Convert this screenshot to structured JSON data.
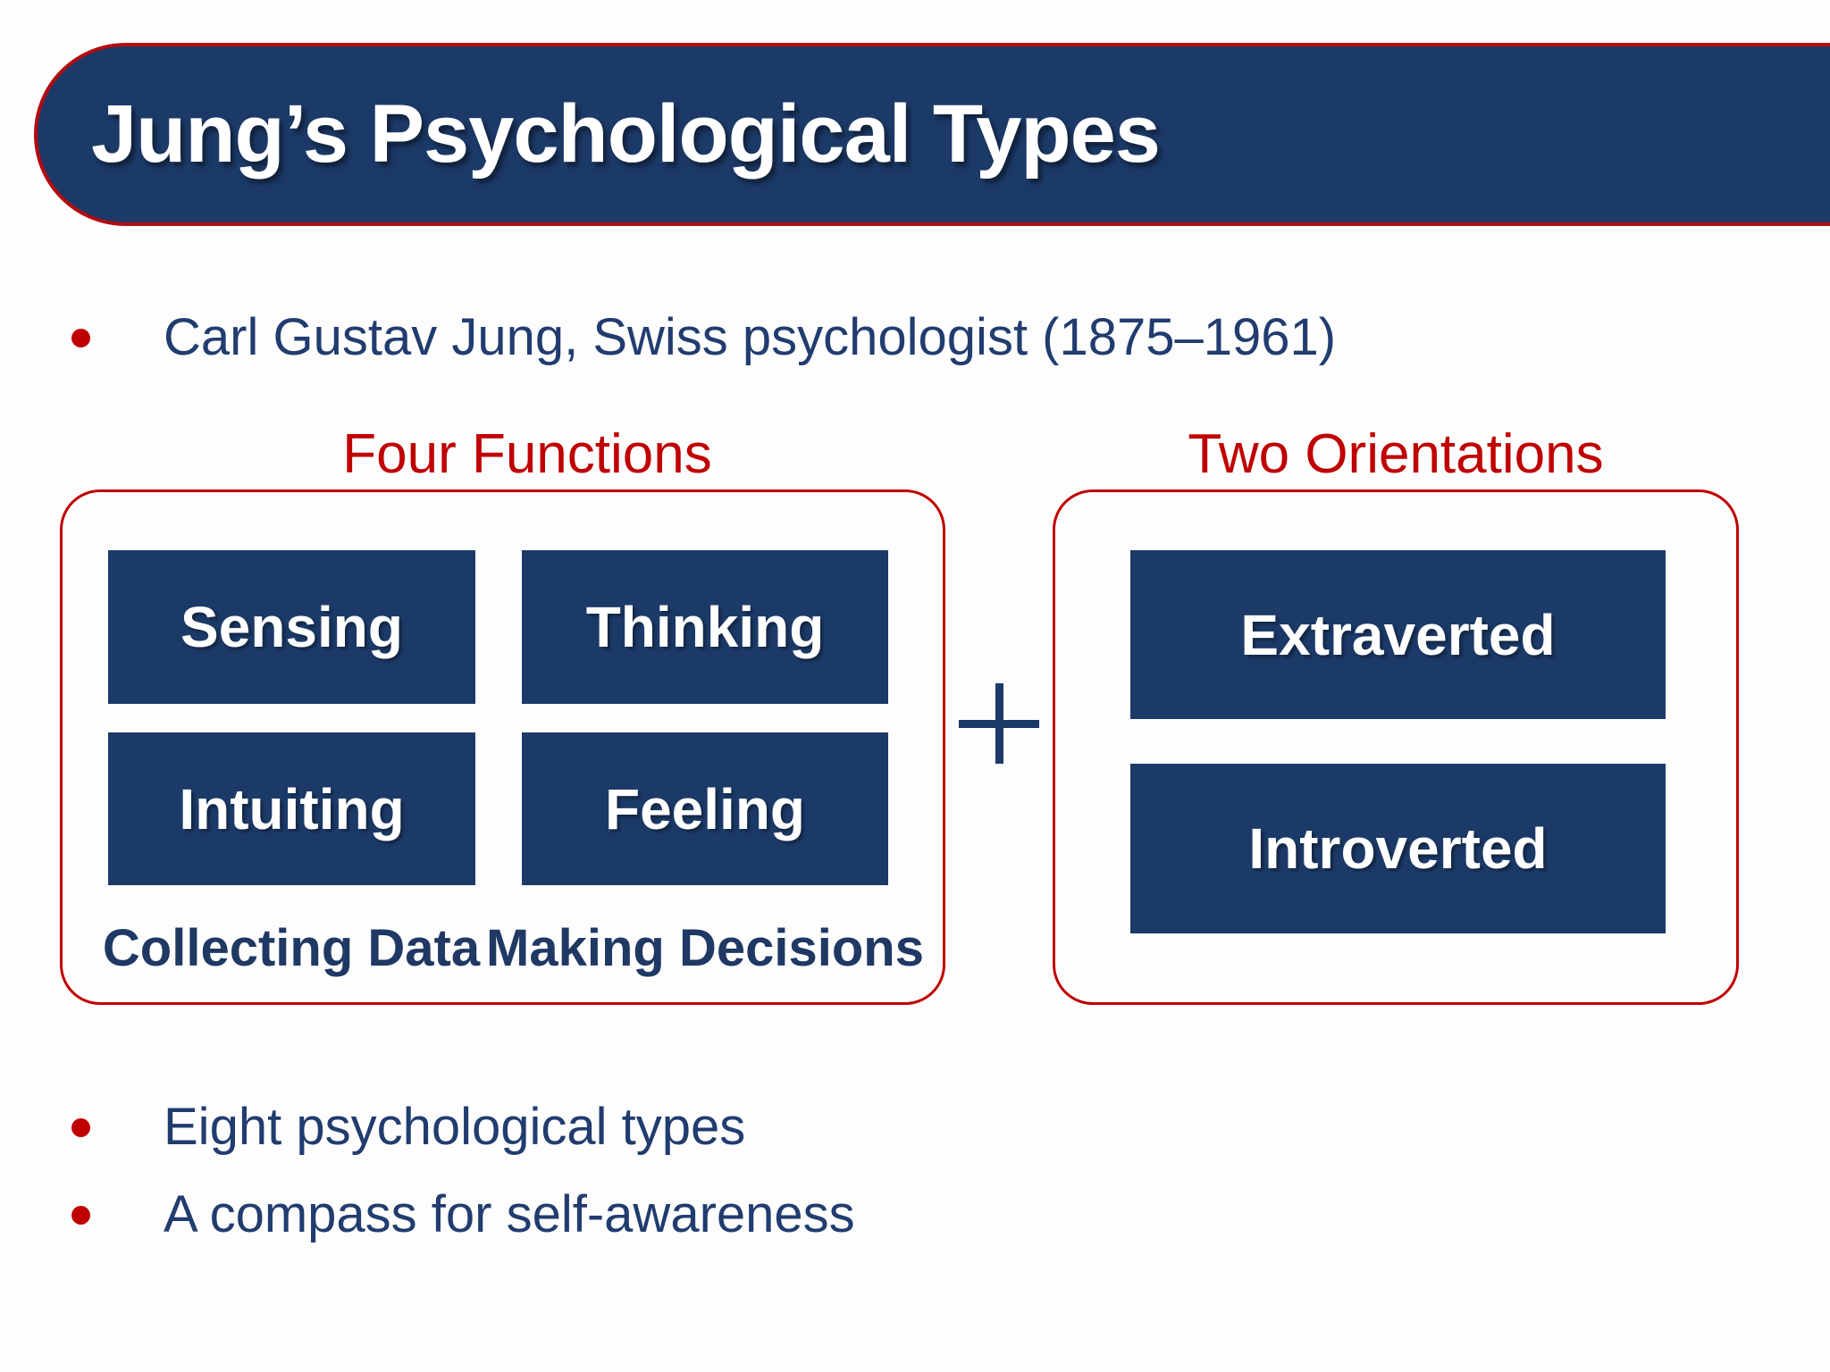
{
  "slide": {
    "title": "Jung’s Psychological Types",
    "intro_bullet": "Carl Gustav Jung, Swiss psychologist (1875–1961)",
    "groups": [
      {
        "label": "Four Functions",
        "boxes": [
          "Sensing",
          "Thinking",
          "Intuiting",
          "Feeling"
        ],
        "captions": [
          "Collecting Data",
          "Making Decisions"
        ]
      },
      {
        "label": "Two Orientations",
        "boxes": [
          "Extraverted",
          "Introverted"
        ]
      }
    ],
    "plus_icon": "plus",
    "bottom_bullets": [
      "Eight psychological types",
      "A compass for self-awareness"
    ],
    "colors": {
      "navy": "#1c3a68",
      "red": "#c00000",
      "background": "#fdfdfd",
      "text_navy": "#213c6f"
    }
  }
}
